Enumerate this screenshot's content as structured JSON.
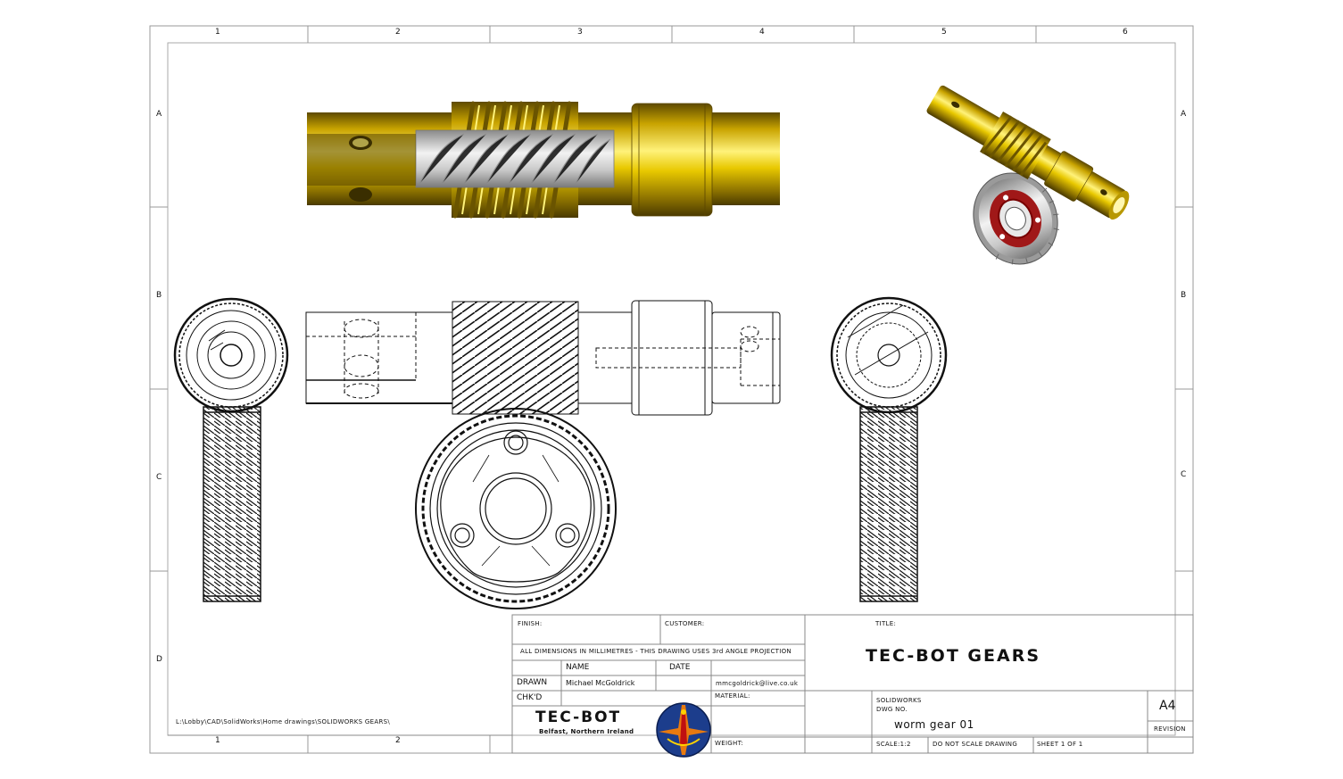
{
  "zones": {
    "columns": [
      "1",
      "2",
      "3",
      "4",
      "5",
      "6"
    ],
    "rows": [
      "A",
      "B",
      "C",
      "D"
    ]
  },
  "title_block": {
    "finish_label": "FINISH:",
    "customer_label": "CUSTOMER:",
    "title_label": "TITLE:",
    "title": "TEC-BOT  GEARS",
    "dimensions_note": "ALL DIMENSIONS IN MILLIMETRES - THIS DRAWING USES 3rd ANGLE PROJECTION",
    "name_header": "NAME",
    "date_header": "DATE",
    "drawn_label": "DRAWN",
    "drawn_name": "Michael McGoldrick",
    "email": "mmcgoldrick@live.co.uk",
    "chkd_label": "CHK'D",
    "material_label": "MATERIAL:",
    "software": "SOLIDWORKS",
    "dwg_no_label": "DWG NO.",
    "dwg_no": "worm gear 01",
    "paper_size": "A4",
    "revision_label": "REVISION",
    "company_logo": "TEC-BOT",
    "company_location": "Belfast, Northern Ireland",
    "weight_label": "WEIGHT:",
    "scale": "SCALE:1:2",
    "no_scale_note": "DO NOT SCALE DRAWING",
    "sheet": "SHEET 1 OF 1"
  },
  "file_path": "L:\\Lobby\\CAD\\SolidWorks\\Home drawings\\SOLIDWORKS GEARS\\",
  "colors": {
    "brass": "#d9b400",
    "brass_dark": "#7a6200",
    "gear_red": "#a01818",
    "emblem_blue": "#1c3d8c",
    "emblem_orange": "#e87a10"
  }
}
